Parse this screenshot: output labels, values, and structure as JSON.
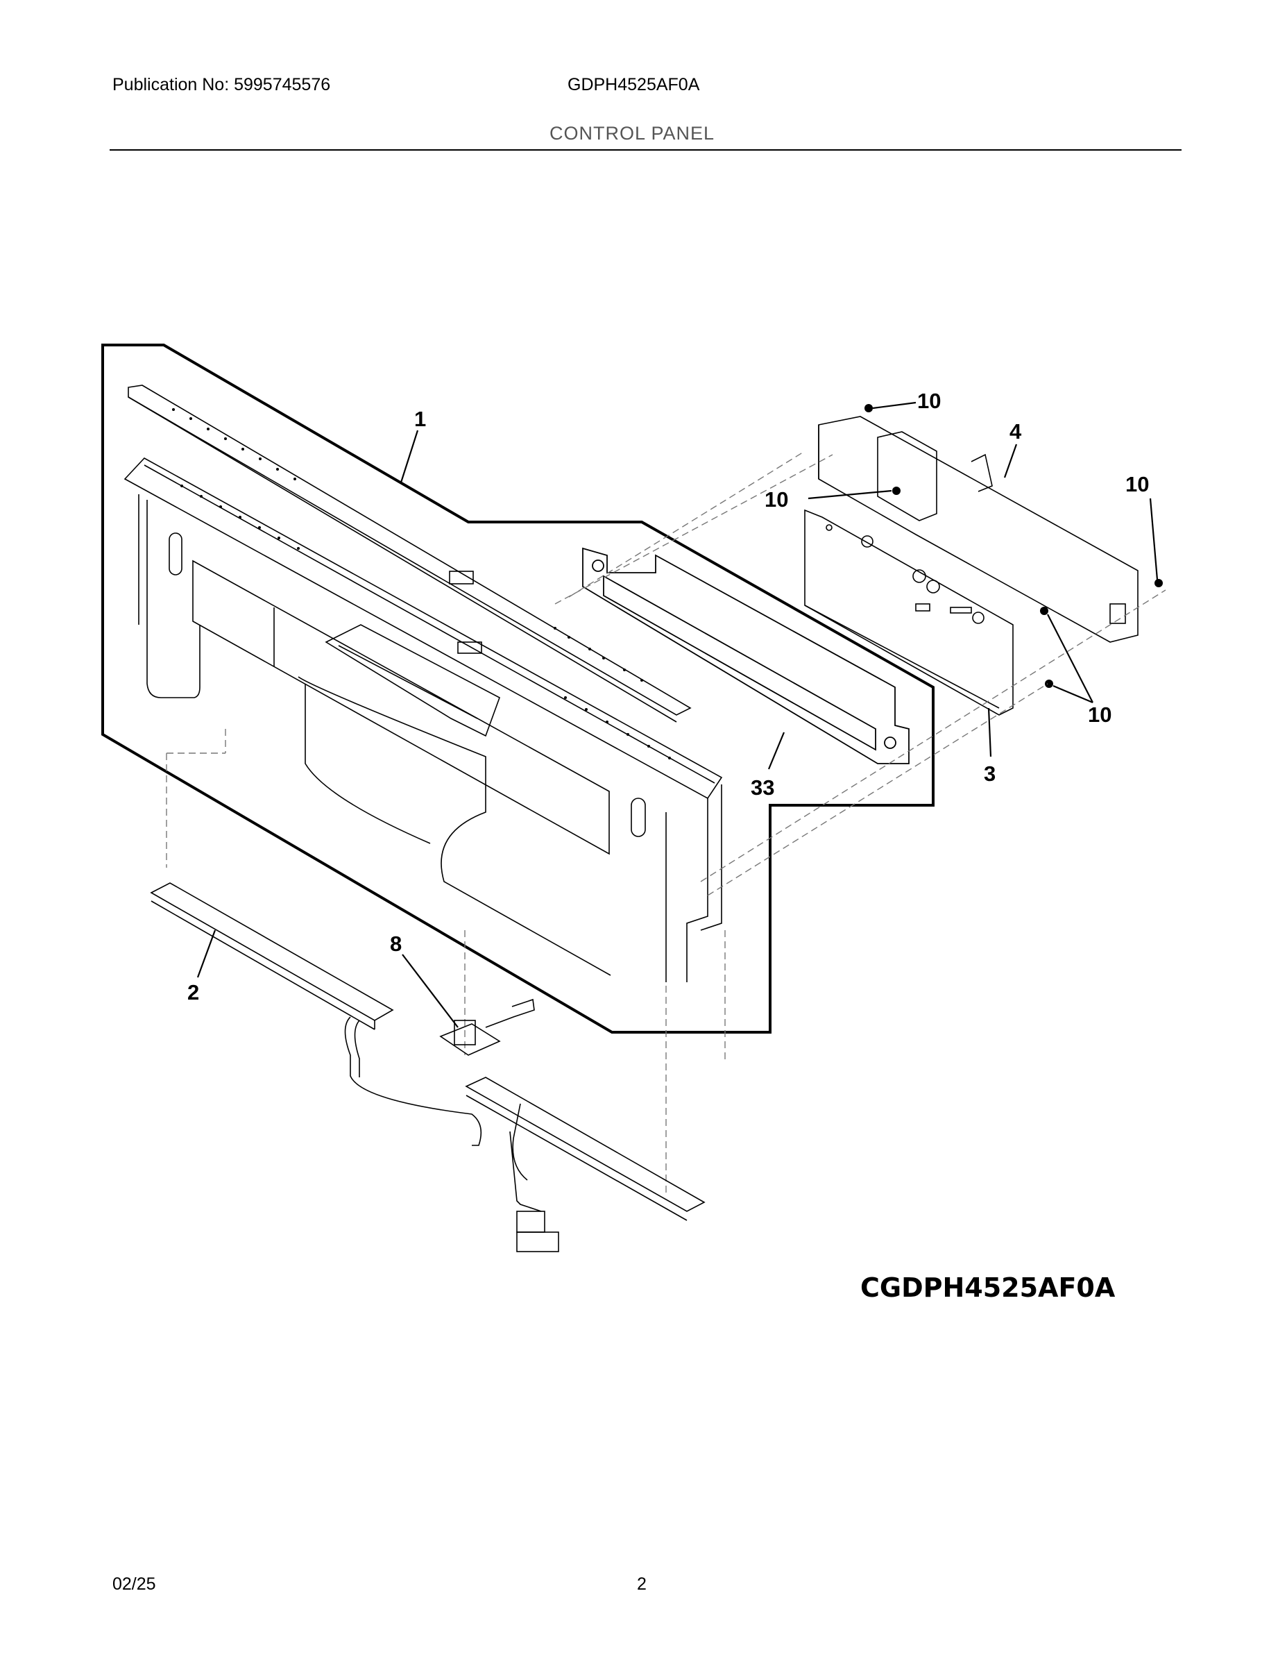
{
  "header": {
    "publication": "Publication No: 5995745576",
    "model": "GDPH4525AF0A",
    "section_title": "CONTROL PANEL"
  },
  "callouts": {
    "panel": "1",
    "board_left": "2",
    "control_board": "3",
    "housing": "4",
    "switch": "8",
    "screw_top": "10",
    "screw_left": "10",
    "screw_right": "10",
    "screw_bottom": "10",
    "gasket": "33"
  },
  "diagram_code": "CGDPH4525AF0A",
  "footer": {
    "date": "02/25",
    "page": "2"
  }
}
